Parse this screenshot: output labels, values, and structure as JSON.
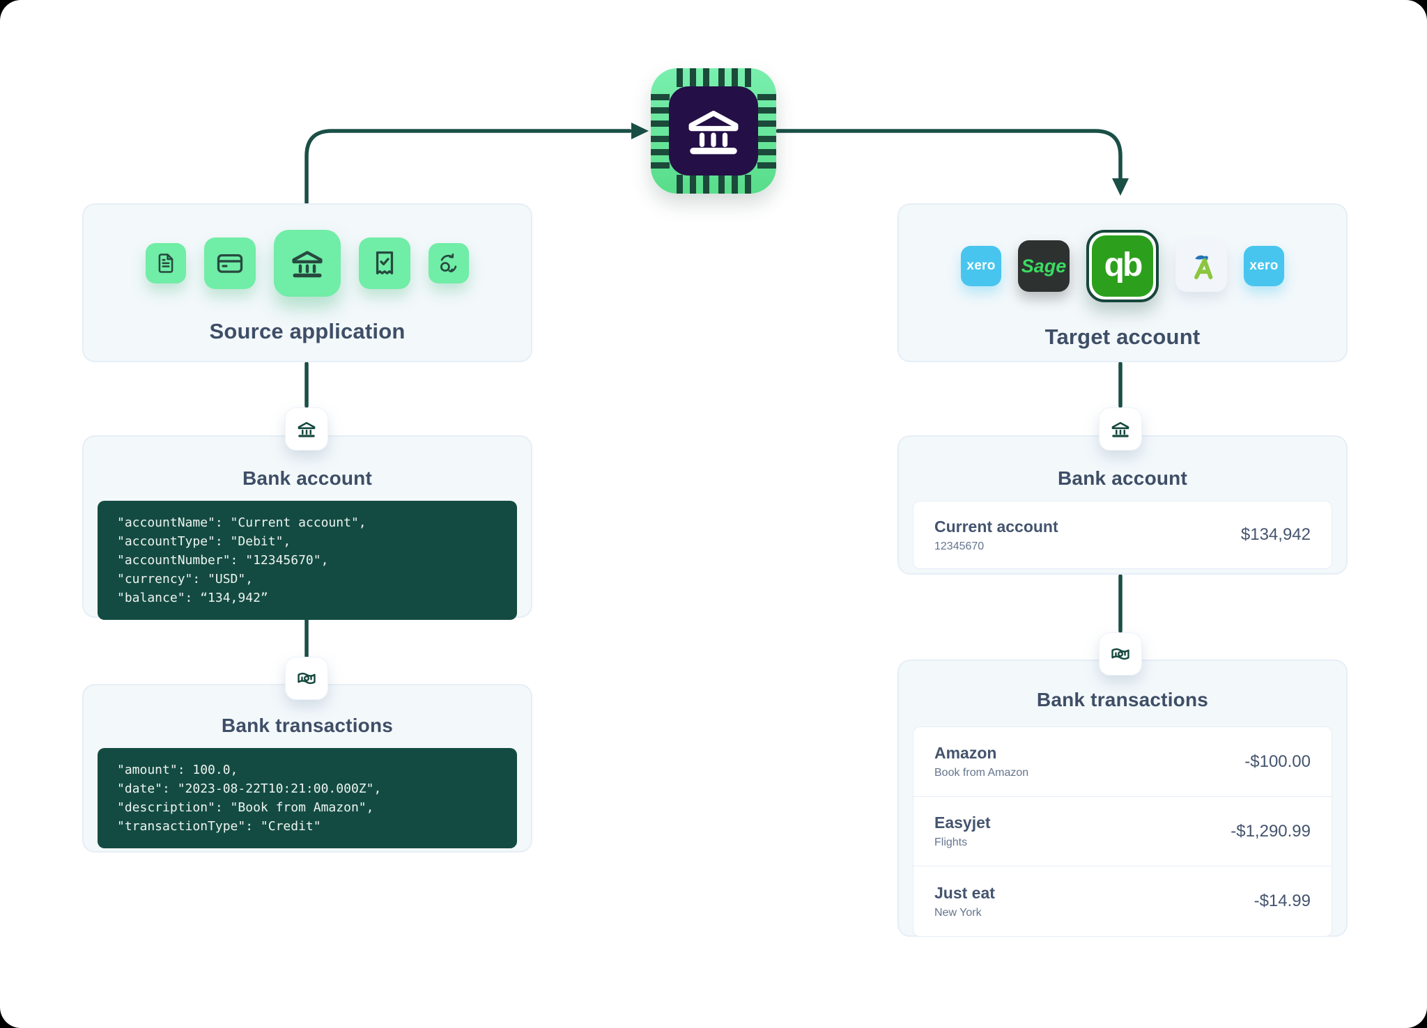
{
  "colors": {
    "arrow": "#1a4f46",
    "tile_green": "#70eda6",
    "tile_icon": "#27493f",
    "code_bg": "#134b42",
    "chip_green": "#63e697",
    "chip_purple": "#250f47",
    "panel_bg": "#f3f8fb",
    "title_text": "#3e4e66",
    "xero_blue": "#47c5ee",
    "sage_dark": "#2d3231",
    "sage_green": "#3bdc61",
    "quickbooks_green": "#2ca01c",
    "freeagent_blue": "#2273b9",
    "freeagent_green": "#8cc63e"
  },
  "chip": {
    "icon": "bank-chip-icon"
  },
  "source_panel": {
    "title": "Source application",
    "icons": [
      "document-icon",
      "credit-card-icon",
      "bank-icon",
      "receipt-check-icon",
      "coins-swap-icon"
    ]
  },
  "target_panel": {
    "title": "Target account",
    "logos": [
      "xero",
      "Sage",
      "qb",
      "FreeAgent",
      "xero"
    ]
  },
  "left_account": {
    "badge_icon": "bank-icon",
    "title": "Bank account",
    "code_lines": [
      "\"accountName\": \"Current account\",",
      "\"accountType\": \"Debit\",",
      "\"accountNumber\": \"12345670\",",
      "\"currency\": \"USD\",",
      "\"balance\": “134,942”"
    ]
  },
  "left_transactions": {
    "badge_icon": "banknote-icon",
    "title": "Bank transactions",
    "code_lines": [
      "\"amount\": 100.0,",
      "\"date\": \"2023-08-22T10:21:00.000Z\",",
      "\"description\": \"Book from Amazon\",",
      "\"transactionType\": \"Credit\""
    ]
  },
  "right_account": {
    "badge_icon": "bank-icon",
    "title": "Bank account",
    "account_name": "Current account",
    "account_number": "12345670",
    "balance": "$134,942"
  },
  "right_transactions": {
    "badge_icon": "banknote-icon",
    "title": "Bank transactions",
    "rows": [
      {
        "name": "Amazon",
        "description": "Book from Amazon",
        "amount": "-$100.00"
      },
      {
        "name": "Easyjet",
        "description": "Flights",
        "amount": "-$1,290.99"
      },
      {
        "name": "Just eat",
        "description": "New York",
        "amount": "-$14.99"
      }
    ]
  }
}
